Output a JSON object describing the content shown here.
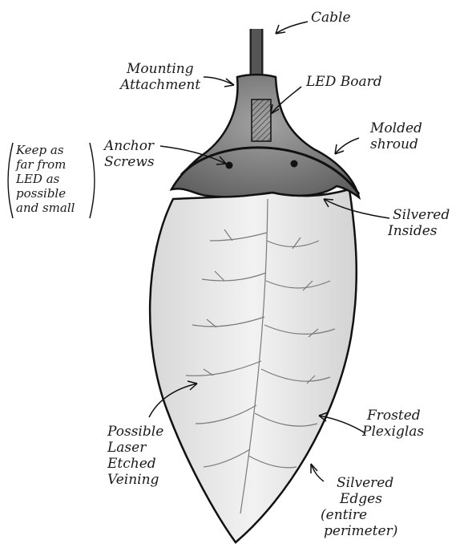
{
  "labels": {
    "cable": "Cable",
    "mounting_attachment": [
      "Mounting",
      "Attachment"
    ],
    "led_board": "LED Board",
    "molded_shroud": [
      "Molded",
      "shroud"
    ],
    "anchor_screws": [
      "Anchor",
      "Screws"
    ],
    "screw_note": [
      "Keep as",
      "far from",
      "LED as",
      "possible",
      "and small"
    ],
    "silvered_insides": [
      "Silvered",
      "Insides"
    ],
    "frosted_plexiglas": [
      "Frosted",
      "Plexiglas"
    ],
    "laser_veining": [
      "Possible",
      "Laser",
      "Etched",
      "Veining"
    ],
    "silvered_edges": [
      "Silvered",
      "Edges",
      "(entire",
      "perimeter)"
    ]
  },
  "icons": {
    "led-board": "hatched-rectangle",
    "anchor-screw": "dot"
  },
  "colors": {
    "ink": "#1a1a1a",
    "leaf_fill": "#e9e9e9",
    "shroud_fill": "#8a8a8a"
  }
}
